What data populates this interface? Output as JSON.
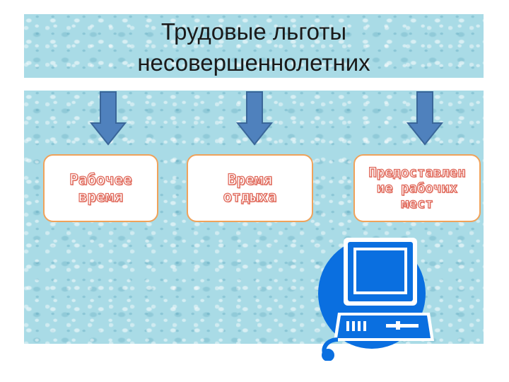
{
  "title": "Трудовые льготы\nнесовершеннолетних",
  "boxes": [
    {
      "label": "Рабочее\nвремя"
    },
    {
      "label": "Время\nотдыха"
    },
    {
      "label": "Предоставлен\nие рабочих\nмест"
    }
  ],
  "colors": {
    "arrow_fill": "#4f81bd",
    "arrow_stroke": "#3a6699",
    "box_border": "#f0a25a",
    "box_text_outline": "#e06a5c",
    "computer": "#0a6fe0",
    "water": "#a9dbe6"
  },
  "icons": [
    "arrow-down-icon",
    "computer-icon"
  ]
}
